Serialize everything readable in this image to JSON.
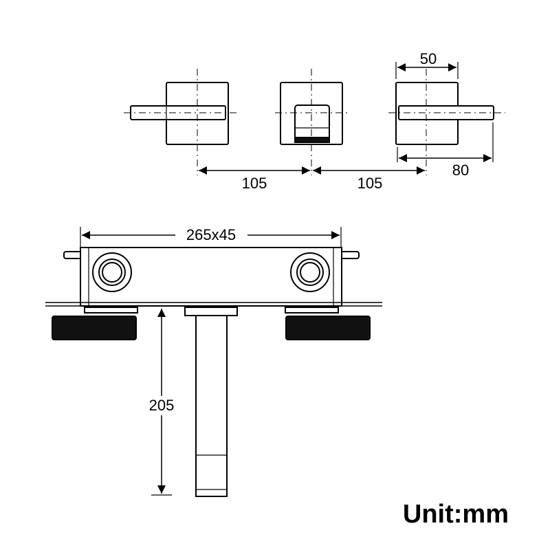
{
  "dimensions": {
    "handle_width": "50",
    "handle_spacing_left": "105",
    "handle_spacing_right": "105",
    "handle_length": "80",
    "body_size": "265x45",
    "spout_height": "205"
  },
  "unit_label": "Unit:mm",
  "colors": {
    "line": "#000000",
    "background": "#ffffff"
  }
}
